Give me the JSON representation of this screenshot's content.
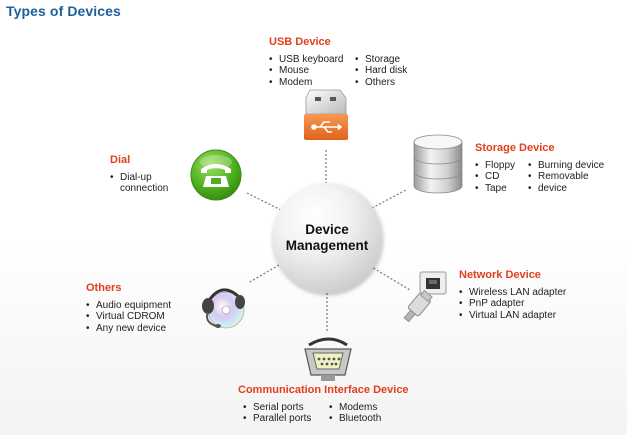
{
  "title": "Types of Devices",
  "hub": {
    "line1": "Device",
    "line2": "Management"
  },
  "usb": {
    "title": "USB Device",
    "col1": [
      "USB keyboard",
      "Mouse",
      "Modem"
    ],
    "col2": [
      "Storage",
      "Hard disk",
      "Others"
    ]
  },
  "storage": {
    "title": "Storage Device",
    "col1": [
      "Floppy",
      "CD",
      "Tape"
    ],
    "col2": [
      "Burning device",
      "Removable",
      "device"
    ]
  },
  "network": {
    "title": "Network Device",
    "items": [
      "Wireless LAN adapter",
      "PnP adapter",
      "Virtual LAN adapter"
    ]
  },
  "communication": {
    "title": "Communication Interface Device",
    "col1": [
      "Serial ports",
      "Parallel ports"
    ],
    "col2": [
      "Modems",
      "Bluetooth"
    ]
  },
  "others": {
    "title": "Others",
    "items": [
      "Audio equipment",
      "Virtual CDROM",
      "Any new device"
    ]
  },
  "dial": {
    "title": "Dial",
    "line1": "Dial-up",
    "line2": "connection"
  },
  "colors": {
    "title": "#1f5f9c",
    "category": "#e2401c",
    "usb_accent": "#f07b2e",
    "dial_green": "#4cae1c"
  },
  "icons": [
    "usb-stick-icon",
    "database-icon",
    "network-cable-icon",
    "serial-connector-icon",
    "headset-cd-icon",
    "telephone-icon"
  ]
}
